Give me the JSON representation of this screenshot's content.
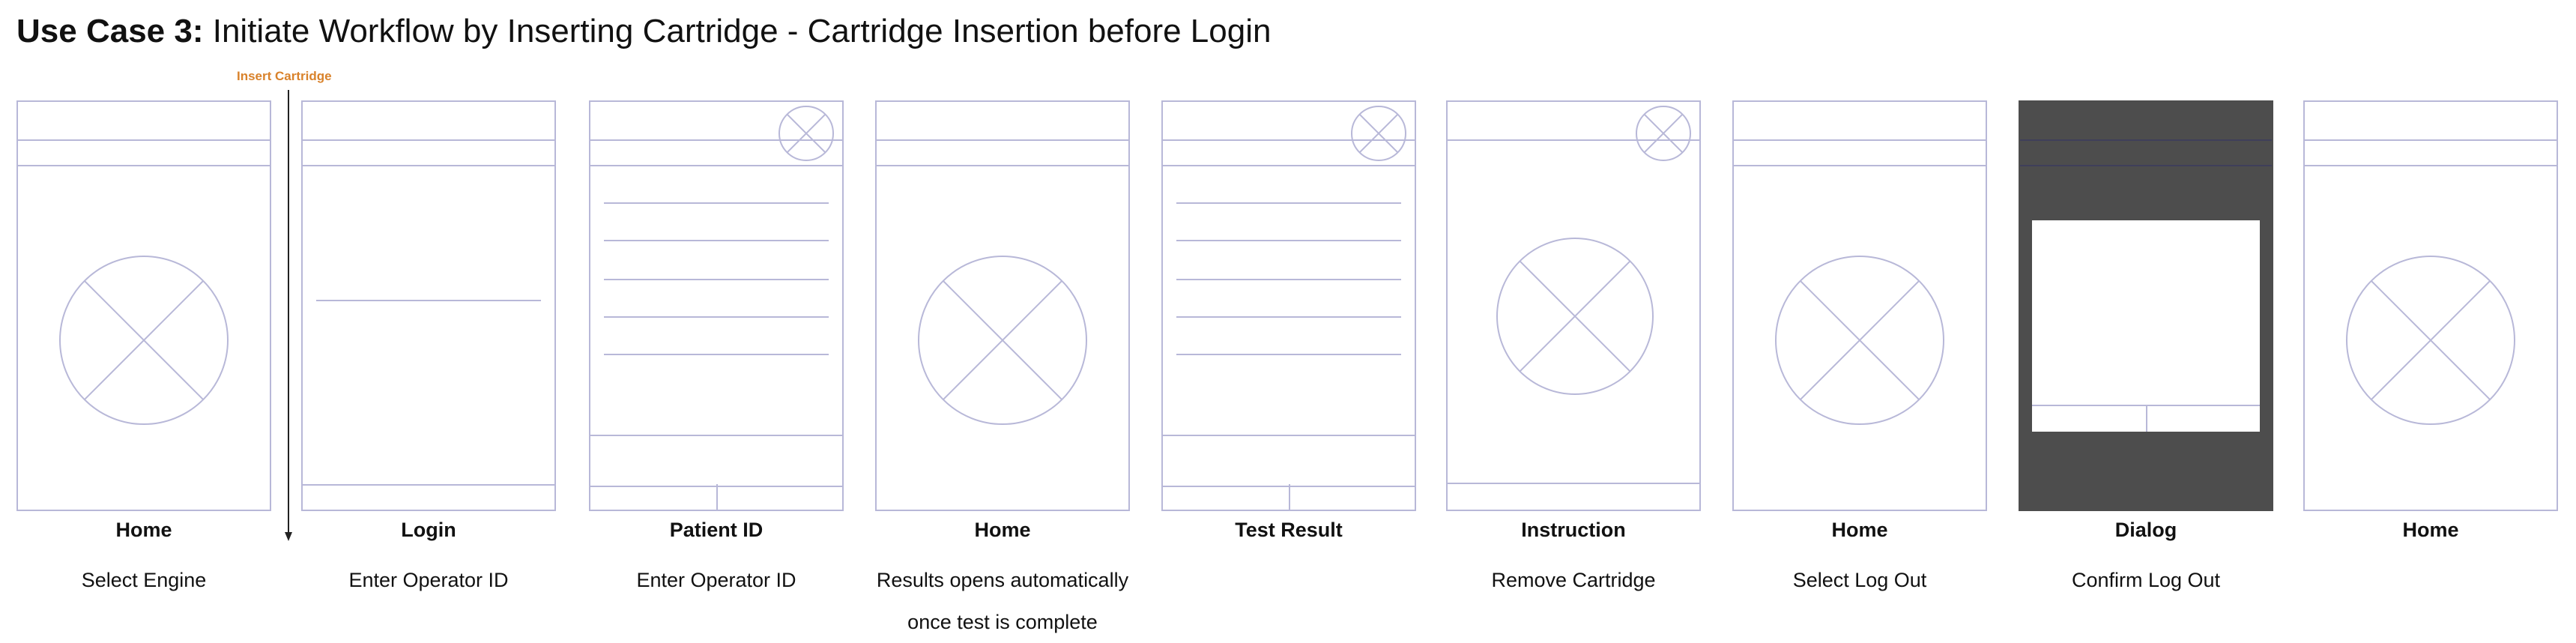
{
  "title": {
    "bold": "Use Case 3:",
    "text": "Initiate Workflow by Inserting Cartridge - Cartridge Insertion before Login"
  },
  "annotation": {
    "label": "Insert Cartridge",
    "color": "#d9822b"
  },
  "colors": {
    "wireframe": "#b8b8d8",
    "dialog_overlay": "#4d4d4d"
  },
  "screens": [
    {
      "name": "Home",
      "caption_lines": [
        "Select Engine"
      ],
      "layout": "home-placeholder"
    },
    {
      "name": "Login",
      "caption_lines": [
        "Enter Operator ID"
      ],
      "layout": "login-field"
    },
    {
      "name": "Patient ID",
      "caption_lines": [
        "Enter Operator ID"
      ],
      "layout": "list-with-icon"
    },
    {
      "name": "Home",
      "caption_lines": [
        "Results opens automatically",
        "once test is complete"
      ],
      "layout": "home-placeholder"
    },
    {
      "name": "Test Result",
      "caption_lines": [],
      "layout": "list-with-icon"
    },
    {
      "name": "Instruction",
      "caption_lines": [
        "Remove Cartridge"
      ],
      "layout": "instruction-placeholder"
    },
    {
      "name": "Home",
      "caption_lines": [
        "Select Log Out"
      ],
      "layout": "home-placeholder"
    },
    {
      "name": "Dialog",
      "caption_lines": [
        "Confirm Log Out"
      ],
      "layout": "dialog-overlay"
    },
    {
      "name": "Home",
      "caption_lines": [],
      "layout": "home-placeholder"
    }
  ]
}
